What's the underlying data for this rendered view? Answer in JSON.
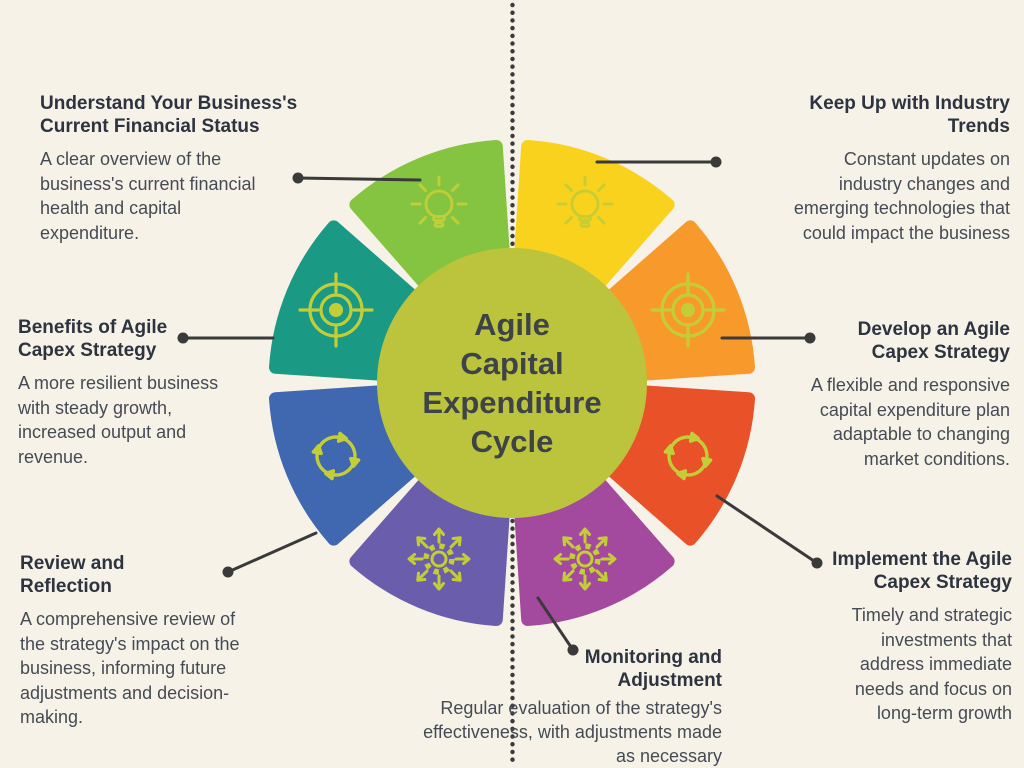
{
  "title": "Agile\nCapital\nExpenditure\nCycle",
  "colors": {
    "background": "#f7f2e8",
    "divider": "#3a3a3a",
    "connector": "#3a3a3a",
    "center_circle": "#bcc43d",
    "icon": "#c3ce37",
    "heading_text": "#2d3440",
    "body_text": "#454b55"
  },
  "segments": [
    {
      "position": "top-left",
      "icon": "lightbulb-icon",
      "color": "#85c441",
      "label_ref": "financial_status"
    },
    {
      "position": "top-right",
      "icon": "lightbulb-icon",
      "color": "#f8d21c",
      "label_ref": "industry_trends"
    },
    {
      "position": "right-upper",
      "icon": "target-icon",
      "color": "#f79a2b",
      "label_ref": "develop"
    },
    {
      "position": "right-lower",
      "icon": "cycle-arrows-icon",
      "color": "#e95128",
      "label_ref": "implement"
    },
    {
      "position": "bottom-right",
      "icon": "gear-arrows-icon",
      "color": "#a44a9e",
      "label_ref": "monitoring"
    },
    {
      "position": "bottom-left",
      "icon": "gear-arrows-icon",
      "color": "#6a5dac",
      "label_ref": ""
    },
    {
      "position": "left-lower",
      "icon": "cycle-arrows-icon",
      "color": "#3f68b1",
      "label_ref": "review"
    },
    {
      "position": "left-upper",
      "icon": "target-icon",
      "color": "#1a9a84",
      "label_ref": "benefits"
    }
  ],
  "blocks": {
    "financial_status": {
      "title": "Understand Your Business's\nCurrent Financial Status",
      "body": "A clear overview of the\nbusiness's current financial\nhealth and capital\nexpenditure."
    },
    "industry_trends": {
      "title": "Keep Up with Industry\nTrends",
      "body": "Constant updates on\nindustry changes and\nemerging technologies that\ncould impact the business"
    },
    "benefits": {
      "title": "Benefits of Agile\nCapex Strategy",
      "body": "A more resilient business\nwith steady growth,\nincreased output and\nrevenue."
    },
    "develop": {
      "title": "Develop an Agile\nCapex Strategy",
      "body": "A flexible and responsive\ncapital expenditure plan\nadaptable to changing\nmarket conditions."
    },
    "review": {
      "title": "Review and\nReflection",
      "body": "A comprehensive review of\nthe strategy's impact on the\nbusiness, informing future\nadjustments and decision-\nmaking."
    },
    "implement": {
      "title": "Implement the Agile\nCapex Strategy",
      "body": "Timely and strategic\ninvestments that\naddress immediate\nneeds and focus on\nlong-term growth"
    },
    "monitoring": {
      "title": "Monitoring and\nAdjustment",
      "body": "Regular evaluation of the strategy's\neffectiveness, with adjustments made\nas necessary"
    }
  }
}
